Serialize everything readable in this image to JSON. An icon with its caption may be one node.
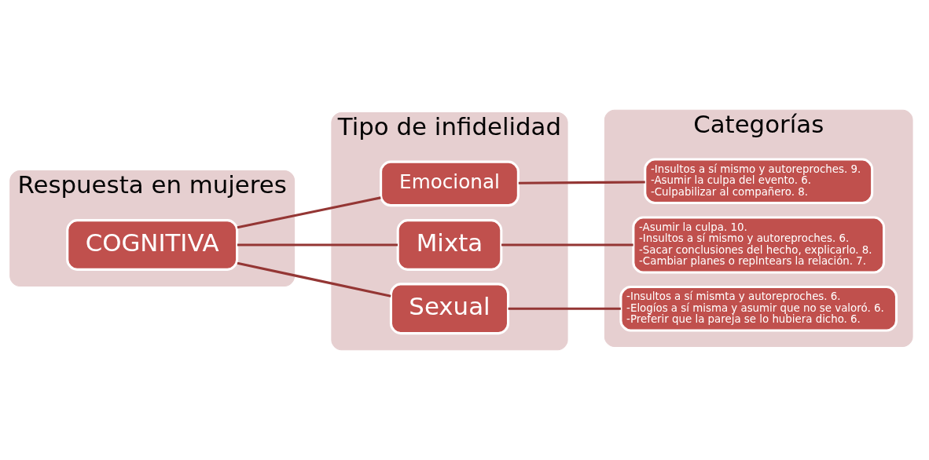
{
  "diagram": {
    "nodes": [
      {
        "text": [
          "Respuesta en mujeres"
        ]
      },
      {
        "text": [
          "COGNITIVA"
        ],
        "in": 0
      },
      {
        "text": [
          "Tipo de infidelidad"
        ]
      },
      {
        "text": [
          "Emocional"
        ],
        "in": 2
      },
      {
        "text": [
          "Mixta"
        ],
        "in": 2
      },
      {
        "text": [
          "Sexual"
        ],
        "in": 2
      },
      {
        "text": [
          "Categorías"
        ]
      },
      {
        "text": [
          "-Insultos a sí mismo y autoreproches. 9.",
          "-Asumir la culpa del evento. 6.",
          "-Culpabilizar al compañero. 8."
        ],
        "in": 6
      },
      {
        "text": [
          "-Asumir la culpa. 10.",
          "-Insultos a sí mismo y autoreproches. 6.",
          "-Sacar conclusiones del hecho, explicarlo. 8.",
          "-Cambiar planes o replntears la relación. 7."
        ],
        "in": 6
      },
      {
        "text": [
          "-Insultos a sí mismta y autoreproches. 6.",
          "-Elogíos a sí misma y asumir que no se valoró. 6.",
          "-Preferir que la pareja se lo hubiera dicho. 6."
        ],
        "in": 6
      }
    ],
    "edges": [
      {
        "from": 1,
        "to": 3,
        "arrow": "none"
      },
      {
        "from": 1,
        "to": 4,
        "arrow": "none"
      },
      {
        "from": 1,
        "to": 5,
        "arrow": "none"
      },
      {
        "from": 3,
        "to": 7,
        "arrow": "none"
      },
      {
        "from": 4,
        "to": 8,
        "arrow": "none"
      },
      {
        "from": 5,
        "to": 9,
        "arrow": "none"
      }
    ]
  }
}
